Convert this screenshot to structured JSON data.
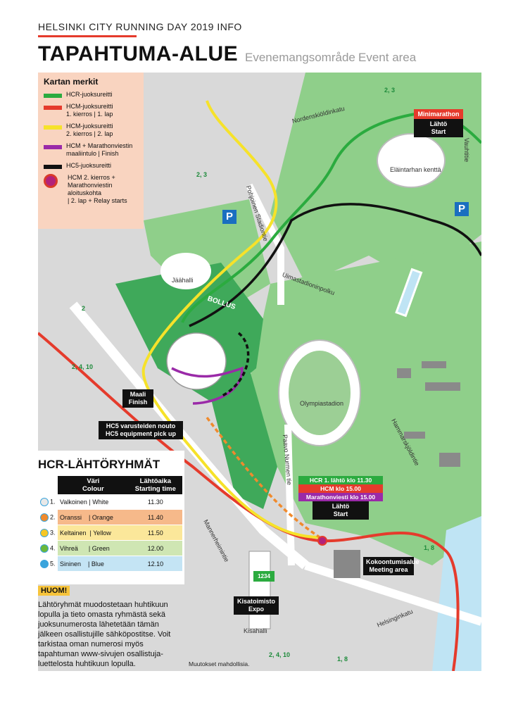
{
  "header": {
    "top": "HELSINKI CITY RUNNING DAY 2019 INFO",
    "title": "TAPAHTUMA-ALUE",
    "subtitle_sv": "Evenemangsområde",
    "subtitle_en": "Event area"
  },
  "legend": {
    "title": "Kartan merkit",
    "items": [
      {
        "color": "#2bab3f",
        "line1": "HCR-juoksureitti",
        "line2": ""
      },
      {
        "color": "#e53b2c",
        "line1": "HCM-juoksureitti",
        "line2": "1. kierros | 1. lap"
      },
      {
        "color": "#f6e22a",
        "line1": "HCM-juoksureitti",
        "line2": "2. kierros | 2. lap"
      },
      {
        "color": "#9a2aa8",
        "line1": "HCM + Marathonviestin",
        "line2": "maaliintulo | Finish"
      },
      {
        "color": "#111111",
        "line1": "HC5-juoksureitti",
        "line2": ""
      }
    ],
    "dot_item": {
      "line1": "HCM 2. kierros +",
      "line2": "Marathonviestin",
      "line3": "aloituskohta",
      "line4": "| 2. lap + Relay starts"
    }
  },
  "map": {
    "streets": {
      "nordenskiold": "Nordenskiöldinkatu",
      "vauhtitie": "Vauhtitie",
      "pohjoinen": "Pohjoinen Stadiontie",
      "uimastadion": "Uimastadioninpolku",
      "paavo": "Paavo Nurmen tie",
      "hammarskjold": "Hammarskjöldintie",
      "mannerheim": "Mannerheimintie",
      "helsingin": "Helsinginkatu"
    },
    "places": {
      "elaintarha": "Eläintarhan kenttä",
      "jaahalli": "Jäähalli",
      "olympia": "Olympiastadion",
      "bollus": "BOLLUS",
      "kisahalli": "Kisahalli"
    },
    "signs": {
      "minimarathon": "Minimarathon",
      "lahto1": "Lähtö",
      "start1": "Start",
      "maali": "Maali",
      "finish": "Finish",
      "hc5_fi": "HC5 varusteiden nouto",
      "hc5_en": "HC5 equipment pick up",
      "kokoontumisalue": "Kokoontumisalue",
      "meeting": "Meeting area",
      "kisatoimisto": "Kisatoimisto",
      "expo": "Expo",
      "expo_number": "1234"
    },
    "start_box": {
      "hcr": "HCR 1. lähtö klo 11.30",
      "hcm": "HCM klo 15.00",
      "relay": "Marathonviesti klo 15.00",
      "lahto": "Lähtö",
      "start": "Start"
    },
    "trams": {
      "t1": "2, 3",
      "t2": "2, 3",
      "t3": "2",
      "t4": "2, 4, 10",
      "t5": "1, 8",
      "t6": "2, 4, 10",
      "t7": "1, 8"
    },
    "parking": "P",
    "colors": {
      "hcr": "#2bab3f",
      "hcm1": "#e53b2c",
      "hcm2": "#f6e22a",
      "finish": "#9a2aa8",
      "hc5": "#111111",
      "park": "#8fcf8a",
      "field": "#3fa95a",
      "water": "#bfe4f4"
    }
  },
  "groups": {
    "title": "HCR-LÄHTÖRYHMÄT",
    "headers": {
      "colour_fi": "Väri",
      "colour_en": "Colour",
      "time_fi": "Lähtöaika",
      "time_en": "Starting time"
    },
    "rows": [
      {
        "num": "1.",
        "name": "Valkoinen | White",
        "time": "11.30",
        "bg": "#ffffff",
        "icon": "#e8e8e8"
      },
      {
        "num": "2.",
        "name": "Oranssi    | Orange",
        "time": "11.40",
        "bg": "#f6b98a",
        "icon": "#f08a2c"
      },
      {
        "num": "3.",
        "name": "Keltainen  | Yellow",
        "time": "11.50",
        "bg": "#fbe79a",
        "icon": "#f6c623"
      },
      {
        "num": "4.",
        "name": "Vihreä      | Green",
        "time": "12.00",
        "bg": "#cfe6b3",
        "icon": "#6bb83a"
      },
      {
        "num": "5.",
        "name": "Sininen    | Blue",
        "time": "12.10",
        "bg": "#c4e4f4",
        "icon": "#3aa4dc"
      }
    ]
  },
  "huom": {
    "badge": "HUOM!",
    "text": "Lähtöryhmät muodostetaan huhtikuun lopulla ja tieto omasta ryhmästä sekä juoksunumerosta lähetetään tämän jälkeen osallistujille sähköpostitse. Voit tarkistaa oman numerosi myös tapahtuman www-sivujen osallistuja-luettelosta huhtikuun lopulla."
  },
  "note": "Muutokset mahdollisia."
}
